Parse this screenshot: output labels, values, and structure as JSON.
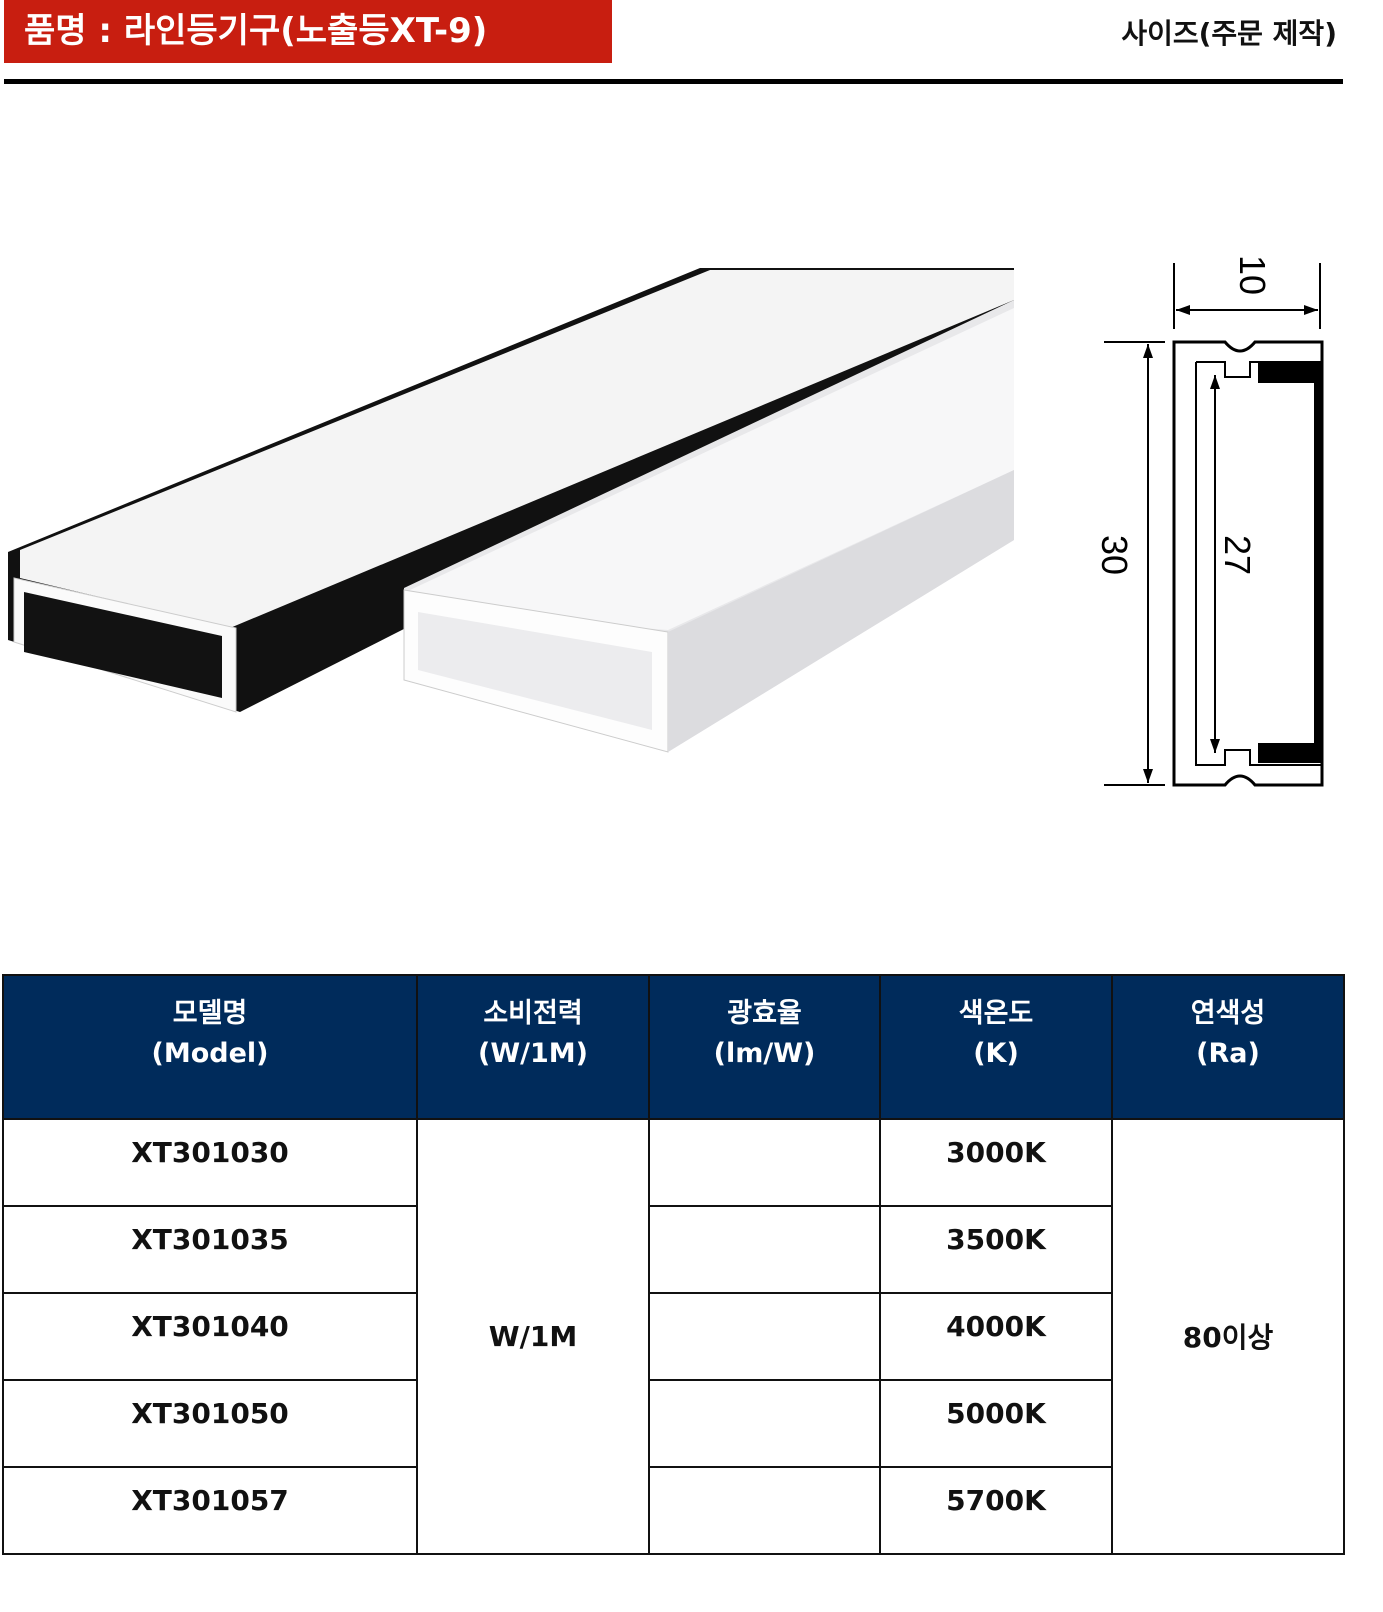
{
  "header": {
    "product_title": "품명 : 라인등기구(노출등XT-9)",
    "size_note": "사이즈(주문 제작)"
  },
  "drawing": {
    "width_dim": "10",
    "height_dim": "30",
    "inner_dim": "27"
  },
  "table": {
    "columns": [
      {
        "label": "모델명",
        "sub": "(Model)"
      },
      {
        "label": "소비전력",
        "sub": "(W/1M)"
      },
      {
        "label": "광효율",
        "sub": "(lm/W)"
      },
      {
        "label": "색온도",
        "sub": "(K)"
      },
      {
        "label": "연색성",
        "sub": "(Ra)"
      }
    ],
    "rows": [
      {
        "model": "XT301030",
        "efficacy": "",
        "cct": "3000K"
      },
      {
        "model": "XT301035",
        "efficacy": "",
        "cct": "3500K"
      },
      {
        "model": "XT301040",
        "efficacy": "",
        "cct": "4000K"
      },
      {
        "model": "XT301050",
        "efficacy": "",
        "cct": "5000K"
      },
      {
        "model": "XT301057",
        "efficacy": "",
        "cct": "5700K"
      }
    ],
    "power": "W/1M",
    "cri": "80이상"
  },
  "colors": {
    "title_bg": "#c81e10",
    "header_bg": "#002b5b"
  }
}
